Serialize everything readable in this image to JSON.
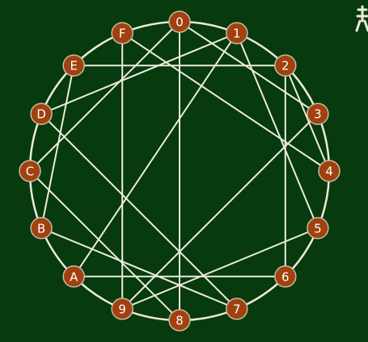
{
  "colors": {
    "background": "#073a0d",
    "ring": "#ecebdc",
    "chord": "#ecebdc",
    "node_fill": "#a0410f",
    "node_stroke": "#c8b9a5",
    "label": "#ffffff"
  },
  "diagram": {
    "nodes": [
      {
        "id": "0",
        "label": "0"
      },
      {
        "id": "1",
        "label": "1"
      },
      {
        "id": "2",
        "label": "2"
      },
      {
        "id": "3",
        "label": "3"
      },
      {
        "id": "4",
        "label": "4"
      },
      {
        "id": "5",
        "label": "5"
      },
      {
        "id": "6",
        "label": "6"
      },
      {
        "id": "7",
        "label": "7"
      },
      {
        "id": "8",
        "label": "8"
      },
      {
        "id": "9",
        "label": "9"
      },
      {
        "id": "A",
        "label": "A"
      },
      {
        "id": "B",
        "label": "B"
      },
      {
        "id": "C",
        "label": "C"
      },
      {
        "id": "D",
        "label": "D"
      },
      {
        "id": "E",
        "label": "E"
      },
      {
        "id": "F",
        "label": "F"
      }
    ],
    "edges": [
      [
        "0",
        "3"
      ],
      [
        "0",
        "8"
      ],
      [
        "0",
        "C"
      ],
      [
        "1",
        "5"
      ],
      [
        "1",
        "A"
      ],
      [
        "1",
        "D"
      ],
      [
        "2",
        "4"
      ],
      [
        "2",
        "6"
      ],
      [
        "2",
        "E"
      ],
      [
        "3",
        "9"
      ],
      [
        "4",
        "F"
      ],
      [
        "5",
        "9"
      ],
      [
        "6",
        "A"
      ],
      [
        "7",
        "B"
      ],
      [
        "7",
        "D"
      ],
      [
        "8",
        "C"
      ],
      [
        "9",
        "F"
      ],
      [
        "B",
        "E"
      ]
    ]
  }
}
